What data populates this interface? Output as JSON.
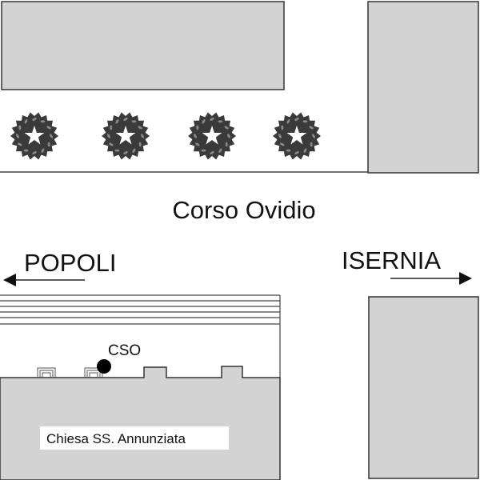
{
  "street_label": "Corso Ovidio",
  "direction_left": "POPOLI",
  "direction_right": "ISERNIA",
  "marker_label": "CSO",
  "building_label": "Chiesa SS. Annunziata",
  "colors": {
    "building": "#d3d3d3",
    "outline": "#333333",
    "tree": "#3a3a3a",
    "marker": "#000000"
  }
}
